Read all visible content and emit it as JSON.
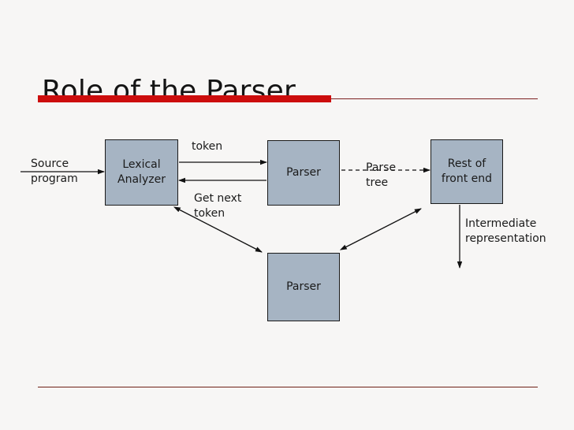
{
  "slide": {
    "title": "Role of the Parser",
    "accent_color": "#cc0d0d",
    "rule_color": "#7d2020",
    "footer_rule_color": "#6e2016",
    "background_color": "#f7f6f5",
    "box_fill_color": "#a6b4c3",
    "box_border_color": "#1a1a1a",
    "text_color": "#1a1a1a"
  },
  "diagram": {
    "boxes": [
      {
        "id": "lexical-analyzer",
        "label": "Lexical\nAnalyzer"
      },
      {
        "id": "parser-top",
        "label": "Parser"
      },
      {
        "id": "rest-front-end",
        "label": "Rest of\nfront end"
      },
      {
        "id": "parser-bottom",
        "label": "Parser"
      }
    ],
    "labels": [
      {
        "id": "source-program",
        "text": "Source\nprogram"
      },
      {
        "id": "token",
        "text": "token"
      },
      {
        "id": "get-next-token",
        "text": "Get next\ntoken"
      },
      {
        "id": "parse-tree",
        "text": "Parse\ntree"
      },
      {
        "id": "intermediate-representation",
        "text": "Intermediate\nrepresentation"
      }
    ],
    "arrows": [
      {
        "id": "source-program-arrow",
        "style": "solid",
        "heads": "end"
      },
      {
        "id": "token-arrow",
        "style": "solid",
        "heads": "end"
      },
      {
        "id": "get-next-token-arrow",
        "style": "solid",
        "heads": "end"
      },
      {
        "id": "lexer-to-parser-bottom-arrow",
        "style": "solid",
        "heads": "both"
      },
      {
        "id": "parser-bottom-to-front-end-arrow",
        "style": "solid",
        "heads": "both"
      },
      {
        "id": "parse-tree-arrow",
        "style": "dashed",
        "heads": "end"
      },
      {
        "id": "intermediate-representation-arrow",
        "style": "solid",
        "heads": "end"
      }
    ]
  }
}
